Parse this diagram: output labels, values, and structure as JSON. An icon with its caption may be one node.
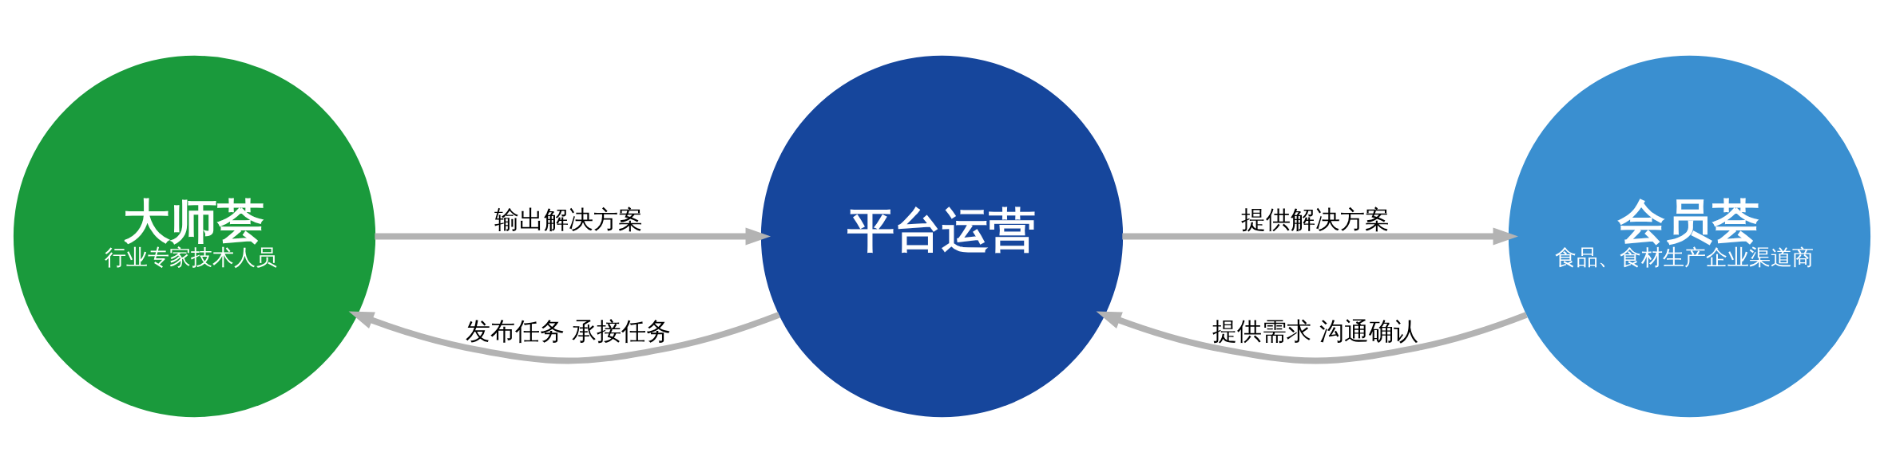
{
  "diagram": {
    "nodes": [
      {
        "text": [
          "大师荟",
          "行业专家技术人员"
        ]
      },
      {
        "text": [
          "平台运营"
        ]
      },
      {
        "text": [
          "会员荟",
          "食品、食材生产企业渠道商"
        ]
      }
    ],
    "edges": [
      {
        "from": 1,
        "to": 0,
        "arrow": "to",
        "label": "发布任务 承接任务"
      },
      {
        "from": 0,
        "to": 1,
        "arrow": "to",
        "label": "输出解决方案"
      },
      {
        "from": 2,
        "to": 1,
        "arrow": "to",
        "label": "提供需求 沟通确认"
      },
      {
        "from": 1,
        "to": 2,
        "arrow": "to",
        "label": "提供解决方案"
      }
    ]
  }
}
